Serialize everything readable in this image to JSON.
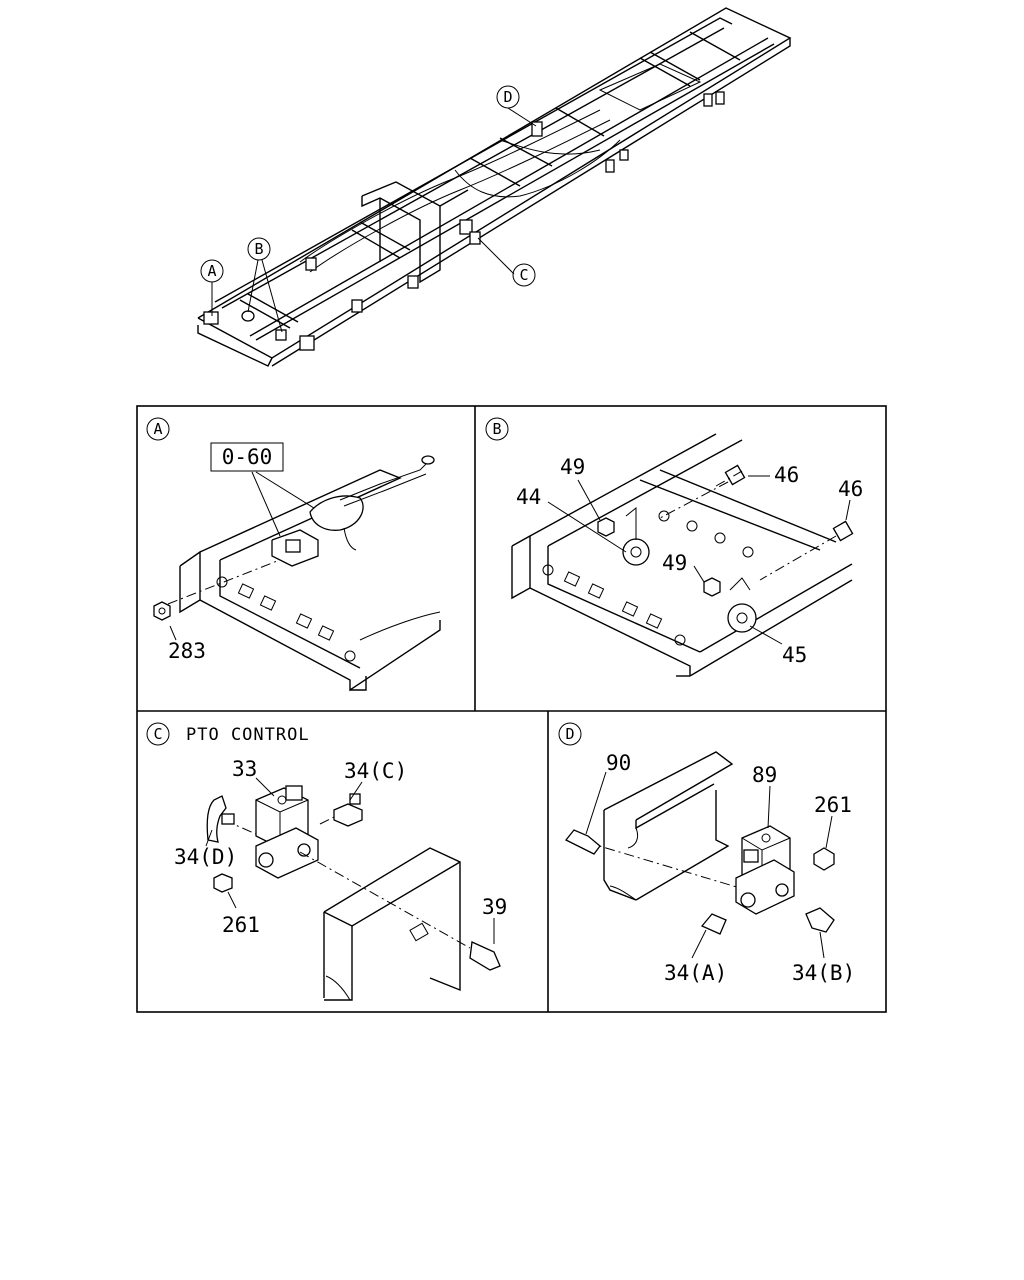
{
  "overview": {
    "callouts": {
      "a": "A",
      "b": "B",
      "c": "C",
      "d": "D"
    }
  },
  "panels": {
    "a": {
      "tag": "A",
      "box_label": "0-60",
      "parts": {
        "p283": "283"
      }
    },
    "b": {
      "tag": "B",
      "parts": {
        "p49_top": "49",
        "p46_top": "46",
        "p46_right": "46",
        "p44": "44",
        "p49_mid": "49",
        "p45": "45"
      }
    },
    "c": {
      "tag": "C",
      "title": "PTO CONTROL",
      "parts": {
        "p33": "33",
        "p34c": "34(C)",
        "p34d": "34(D)",
        "p261": "261",
        "p39": "39"
      }
    },
    "d": {
      "tag": "D",
      "parts": {
        "p90": "90",
        "p89": "89",
        "p261": "261",
        "p34a": "34(A)",
        "p34b": "34(B)"
      }
    }
  }
}
